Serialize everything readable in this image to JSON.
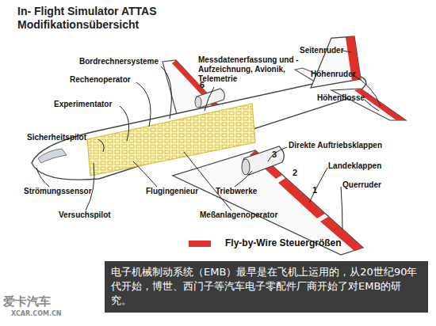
{
  "diagram": {
    "title": "In- Flight Simulator ATTAS Modifikationsübersicht",
    "caption": "电子机械制动系统（EMB）最早是在飞机上运用的，从20世纪90年代开始，博世、西门子等汽车电子零配件厂商开始了对EMB的研究。",
    "labels": [
      "Bordrechnersysteme",
      "Rechenoperator",
      "Experimentator",
      "Sicherheitspilot",
      "Strömungssensor",
      "Versuchspilot",
      "Flugingenieur",
      "Triebwerke",
      "Meßanlagenoperator",
      "Messdatenerfassung und -Aufzeichnung, Avionik, Telemetrie",
      "Seitenruder",
      "Höhenruder",
      "Höhenflosse",
      "Direkte Auftriebsklappen",
      "Landeklappen",
      "Querruder",
      "6",
      "3",
      "2",
      "1",
      "爱卡汽车",
      "XCAR.COM.CN"
    ],
    "legend": [
      {
        "text": "Fly-by-Wire Steuergrößen",
        "color": "#e0302c"
      }
    ]
  }
}
